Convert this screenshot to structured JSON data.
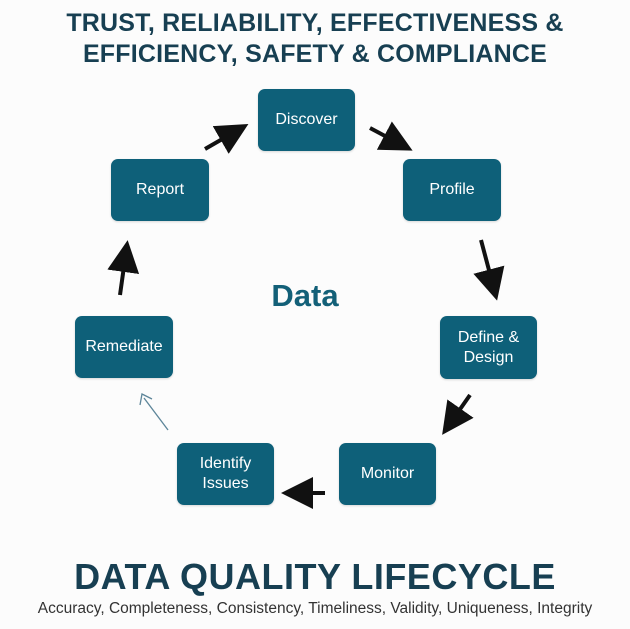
{
  "header": {
    "line1": "TRUST, RELIABILITY, EFFECTIVENESS &",
    "line2": "EFFICIENCY, SAFETY & COMPLIANCE"
  },
  "center_label": "Data",
  "steps": {
    "discover": "Discover",
    "profile": "Profile",
    "define_design": "Define &\nDesign",
    "monitor": "Monitor",
    "identify_issues": "Identify\nIssues",
    "remediate": "Remediate",
    "report": "Report"
  },
  "footer": {
    "title": "DATA QUALITY LIFECYCLE",
    "dimensions": "Accuracy, Completeness, Consistency, Timeliness, Validity, Uniqueness, Integrity"
  },
  "colors": {
    "box": "#0e6079",
    "title": "#173f52",
    "arrow": "#111111",
    "thin_arrow": "#5d8599"
  }
}
